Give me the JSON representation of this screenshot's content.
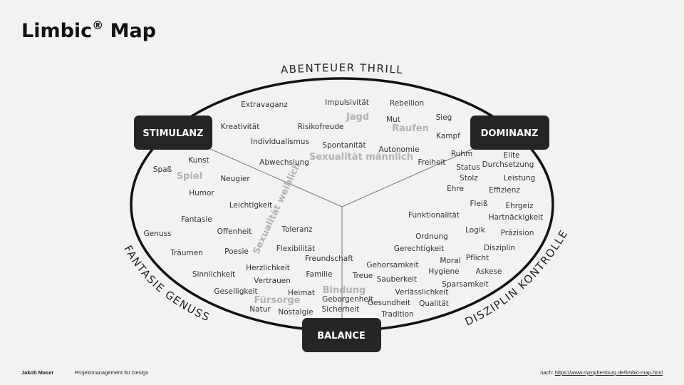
{
  "title": "Limbic",
  "title_mark": "®",
  "title_suffix": " Map",
  "nodes": {
    "stimulanz": "STIMULANZ",
    "dominanz": "DOMINANZ",
    "balance": "BALANCE"
  },
  "arc_labels": {
    "top": "ABENTEUER THRILL",
    "left": "FANTASIE GENUSS",
    "right": "DISZIPLIN KONTROLLE"
  },
  "group_labels": {
    "jagd": "Jagd",
    "raufen": "Raufen",
    "sexualitaet_maennlich": "Sexualität männlich",
    "spiel": "Spiel",
    "sexualitaet_weiblich": "Sexualität weiblich",
    "bindung": "Bindung",
    "fuersorge": "Fürsorge"
  },
  "words": {
    "extravaganz": "Extravaganz",
    "impulsivitaet": "Impulsivität",
    "rebellion": "Rebellion",
    "kreativitaet": "Kreativität",
    "risikofreude": "Risikofreude",
    "mut": "Mut",
    "sieg": "Sieg",
    "individualismus": "Individualismus",
    "kampf": "Kampf",
    "spontanitaet": "Spontanität",
    "autonomie": "Autonomie",
    "ruhm": "Ruhm",
    "elite": "Elite",
    "kunst": "Kunst",
    "abwechslung": "Abwechslung",
    "freiheit": "Freiheit",
    "status": "Status",
    "durchsetzung": "Durchsetzung",
    "spass": "Spaß",
    "neugier": "Neugier",
    "stolz": "Stolz",
    "leistung": "Leistung",
    "humor": "Humor",
    "ehre": "Ehre",
    "effizienz": "Effizienz",
    "leichtigkeit": "Leichtigkeit",
    "fleiss": "Fleiß",
    "ehrgeiz": "Ehrgeiz",
    "fantasie": "Fantasie",
    "funktionalitaet": "Funktionalität",
    "hartnaeckigkeit": "Hartnäckigkeit",
    "genuss": "Genuss",
    "offenheit": "Offenheit",
    "toleranz": "Toleranz",
    "logik": "Logik",
    "praezision": "Präzision",
    "ordnung": "Ordnung",
    "flexibilitaet": "Flexibilität",
    "gerechtigkeit": "Gerechtigkeit",
    "disziplin": "Disziplin",
    "traeumen": "Träumen",
    "poesie": "Poesie",
    "freundschaft": "Freundschaft",
    "moral": "Moral",
    "pflicht": "Pflicht",
    "herzlichkeit": "Herzlichkeit",
    "gehorsamkeit": "Gehorsamkeit",
    "sinnlichkeit": "Sinnlichkeit",
    "familie": "Familie",
    "treue": "Treue",
    "hygiene": "Hygiene",
    "askese": "Askese",
    "vertrauen": "Vertrauen",
    "sauberkeit": "Sauberkeit",
    "sparsamkeit": "Sparsamkeit",
    "geselligkeit": "Geselligkeit",
    "heimat": "Heimat",
    "verlaesslichkeit": "Verlässlichkeit",
    "geborgenheit": "Geborgenheit",
    "gesundheit": "Gesundheit",
    "qualitaet": "Qualität",
    "natur": "Natur",
    "nostalgie": "Nostalgie",
    "sicherheit": "Sicherheit",
    "tradition": "Tradition"
  },
  "footer": {
    "author": "Jakob Maser",
    "course": "Projektmanagement für Design",
    "source_prefix": "nach: ",
    "source_link": "https://www.nymphenburg.de/limbic-map.html"
  },
  "colors": {
    "background": "#f2f2f2",
    "node_fill": "#252525",
    "outline": "#111111",
    "group_label": "#b3b3b3"
  }
}
